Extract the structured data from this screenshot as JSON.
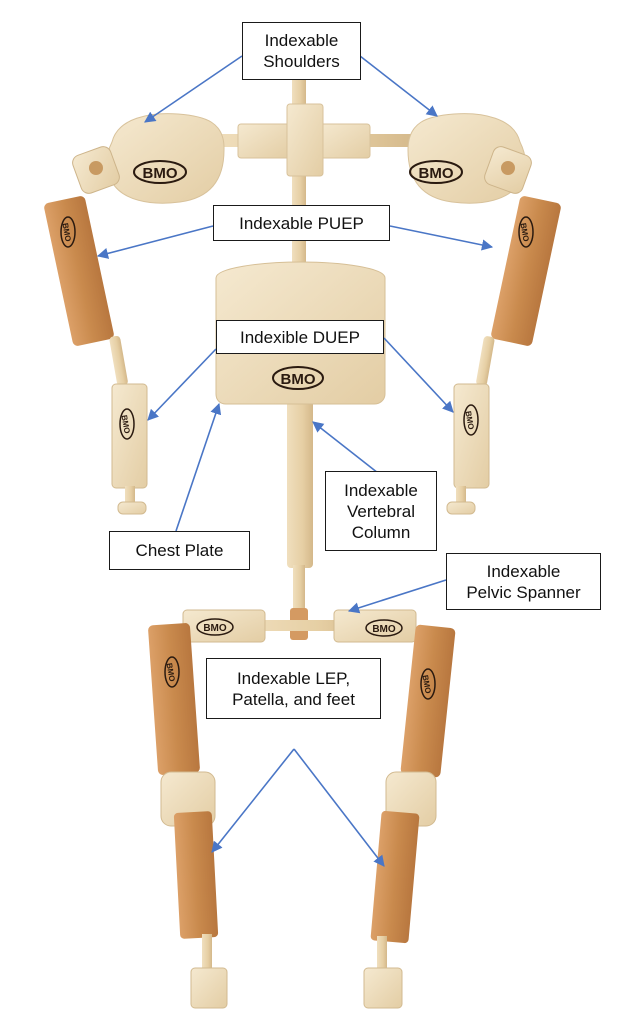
{
  "callouts": {
    "shoulders": {
      "line1": "Indexable",
      "line2": "Shoulders"
    },
    "pueps": {
      "line1": "Indexable PUEP"
    },
    "dueps": {
      "line1": "Indexible DUEP"
    },
    "vertebral": {
      "line1": "Indexable",
      "line2": "Vertebral",
      "line3": "Column"
    },
    "chest": {
      "line1": "Chest Plate"
    },
    "pelvic": {
      "line1": "Indexable",
      "line2": "Pelvic Spanner"
    },
    "legs": {
      "line1": "Indexable LEP,",
      "line2": "Patella, and feet"
    }
  },
  "brand_logo_text": "BMO",
  "colors": {
    "light_wood": "#eddcbc",
    "dark_wood": "#c98a4d",
    "arrow": "#4a76c6",
    "box_border": "#1a1a1a"
  }
}
